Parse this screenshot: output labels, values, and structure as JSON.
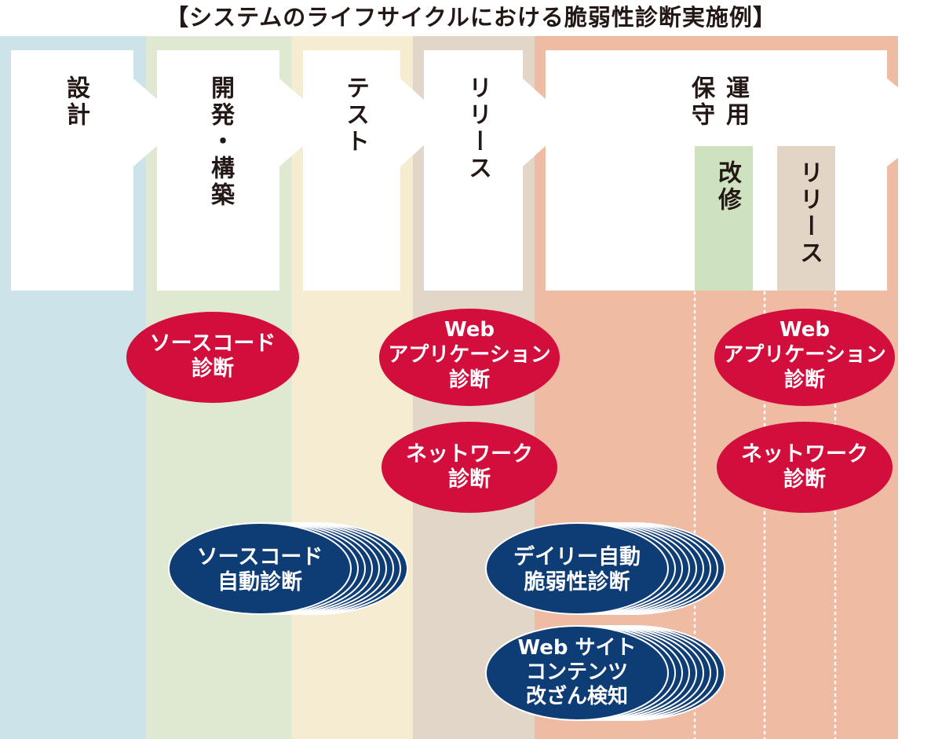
{
  "title": "【システムのライフサイクルにおける脆弱性診断実施例】",
  "phases": [
    {
      "label": "設計",
      "color": "#cde3ea"
    },
    {
      "label": "開発・構築",
      "color": "#dfe8d0"
    },
    {
      "label": "テスト",
      "color": "#f6ecd2"
    },
    {
      "label": "リリース",
      "color": "#e2d6c8"
    },
    {
      "label": "運用保守",
      "color": "#f0bba3"
    }
  ],
  "sub_phases": [
    {
      "label": "改修",
      "color": "#cfe2bf"
    },
    {
      "label": "リリース",
      "color": "#e3d5c6"
    }
  ],
  "manual_diagnoses": {
    "color": "#d20e3c",
    "source_code": [
      "ソースコード",
      "診断"
    ],
    "web_app_release": [
      "Web",
      "アプリケーション",
      "診断"
    ],
    "network_release": [
      "ネットワーク",
      "診断"
    ],
    "web_app_operation": [
      "Web",
      "アプリケーション",
      "診断"
    ],
    "network_operation": [
      "ネットワーク",
      "診断"
    ]
  },
  "automated_diagnoses": {
    "color": "#0e3c74",
    "source_code_auto": [
      "ソースコード",
      "自動診断"
    ],
    "daily_auto": [
      "デイリー自動",
      "脆弱性診断"
    ],
    "website_monitor": [
      "Web サイト",
      "コンテンツ",
      "改ざん検知"
    ]
  }
}
